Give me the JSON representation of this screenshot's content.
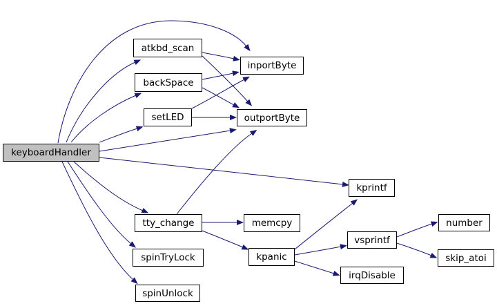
{
  "diagram": {
    "type": "call-graph",
    "root": "keyboardHandler",
    "colors": {
      "edge": "#191970",
      "node_border": "#000000",
      "node_fill": "#ffffff",
      "root_fill": "#c0c0c0",
      "background": "#ffffff",
      "text": "#000000"
    },
    "nodes": [
      {
        "id": "keyboardHandler",
        "label": "keyboardHandler",
        "highlighted": true
      },
      {
        "id": "atkbd_scan",
        "label": "atkbd_scan",
        "highlighted": false
      },
      {
        "id": "backSpace",
        "label": "backSpace",
        "highlighted": false
      },
      {
        "id": "setLED",
        "label": "setLED",
        "highlighted": false
      },
      {
        "id": "inportByte",
        "label": "inportByte",
        "highlighted": false
      },
      {
        "id": "outportByte",
        "label": "outportByte",
        "highlighted": false
      },
      {
        "id": "kprintf",
        "label": "kprintf",
        "highlighted": false
      },
      {
        "id": "tty_change",
        "label": "tty_change",
        "highlighted": false
      },
      {
        "id": "memcpy",
        "label": "memcpy",
        "highlighted": false
      },
      {
        "id": "spinTryLock",
        "label": "spinTryLock",
        "highlighted": false
      },
      {
        "id": "spinUnlock",
        "label": "spinUnlock",
        "highlighted": false
      },
      {
        "id": "kpanic",
        "label": "kpanic",
        "highlighted": false
      },
      {
        "id": "vsprintf",
        "label": "vsprintf",
        "highlighted": false
      },
      {
        "id": "irqDisable",
        "label": "irqDisable",
        "highlighted": false
      },
      {
        "id": "number",
        "label": "number",
        "highlighted": false
      },
      {
        "id": "skip_atoi",
        "label": "skip_atoi",
        "highlighted": false
      }
    ],
    "edges": [
      {
        "from": "keyboardHandler",
        "to": "inportByte"
      },
      {
        "from": "keyboardHandler",
        "to": "atkbd_scan"
      },
      {
        "from": "keyboardHandler",
        "to": "backSpace"
      },
      {
        "from": "keyboardHandler",
        "to": "setLED"
      },
      {
        "from": "keyboardHandler",
        "to": "outportByte"
      },
      {
        "from": "keyboardHandler",
        "to": "kprintf"
      },
      {
        "from": "keyboardHandler",
        "to": "tty_change"
      },
      {
        "from": "keyboardHandler",
        "to": "spinTryLock"
      },
      {
        "from": "keyboardHandler",
        "to": "spinUnlock"
      },
      {
        "from": "atkbd_scan",
        "to": "inportByte"
      },
      {
        "from": "atkbd_scan",
        "to": "outportByte"
      },
      {
        "from": "backSpace",
        "to": "inportByte"
      },
      {
        "from": "backSpace",
        "to": "outportByte"
      },
      {
        "from": "setLED",
        "to": "inportByte"
      },
      {
        "from": "setLED",
        "to": "outportByte"
      },
      {
        "from": "tty_change",
        "to": "memcpy"
      },
      {
        "from": "tty_change",
        "to": "outportByte"
      },
      {
        "from": "tty_change",
        "to": "kpanic"
      },
      {
        "from": "kpanic",
        "to": "kprintf"
      },
      {
        "from": "kpanic",
        "to": "vsprintf"
      },
      {
        "from": "kpanic",
        "to": "irqDisable"
      },
      {
        "from": "vsprintf",
        "to": "number"
      },
      {
        "from": "vsprintf",
        "to": "skip_atoi"
      }
    ]
  }
}
